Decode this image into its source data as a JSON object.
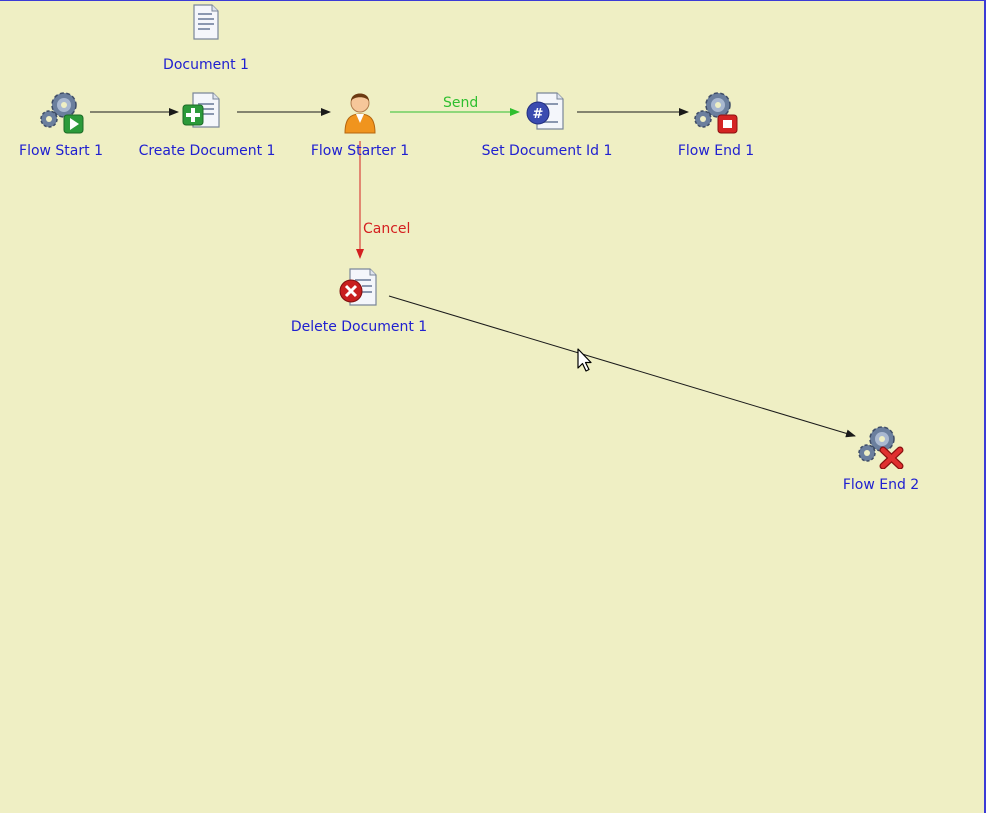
{
  "colors": {
    "canvas_bg": "#efefc4",
    "label": "#2020d0",
    "edge_default": "#1a1a1a",
    "edge_send": "#2fbf2f",
    "edge_cancel": "#d42020"
  },
  "nodes": {
    "document1": {
      "label": "Document 1",
      "icon": "document-icon"
    },
    "flow_start1": {
      "label": "Flow Start 1",
      "icon": "gears-play-icon"
    },
    "create_document1": {
      "label": "Create Document 1",
      "icon": "document-add-icon"
    },
    "flow_starter1": {
      "label": "Flow Starter 1",
      "icon": "user-icon"
    },
    "set_document_id1": {
      "label": "Set Document Id 1",
      "icon": "document-hash-icon"
    },
    "flow_end1": {
      "label": "Flow End 1",
      "icon": "gears-stop-icon"
    },
    "delete_document1": {
      "label": "Delete Document 1",
      "icon": "document-delete-icon"
    },
    "flow_end2": {
      "label": "Flow End 2",
      "icon": "gears-cancel-icon"
    }
  },
  "edges": {
    "send": {
      "label": "Send"
    },
    "cancel": {
      "label": "Cancel"
    }
  }
}
